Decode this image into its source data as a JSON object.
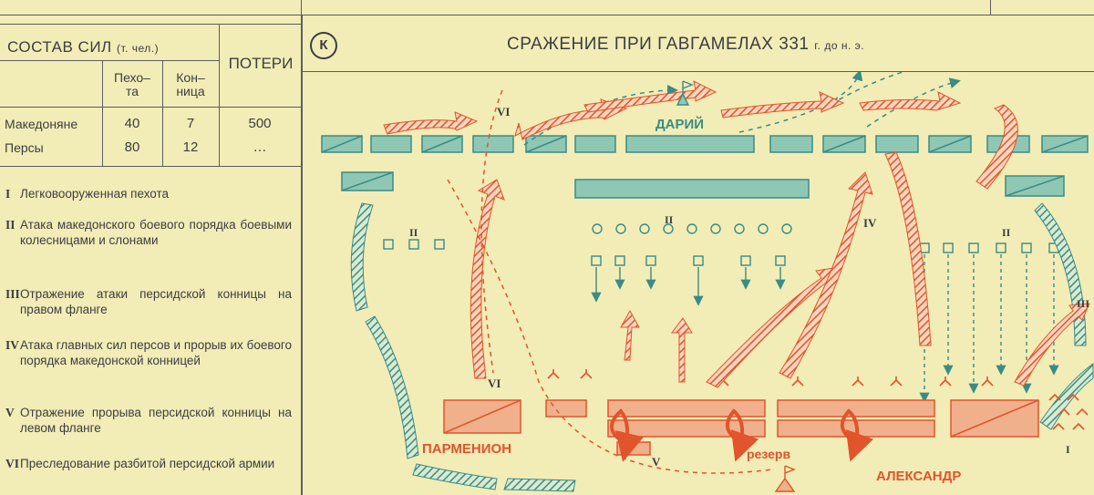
{
  "forces": {
    "title": "СОСТАВ СИЛ",
    "unit": "(т. чел.)",
    "infantry_header_1": "Пехо–",
    "infantry_header_2": "та",
    "cavalry_header_1": "Кон–",
    "cavalry_header_2": "ница",
    "losses_header": "ПОТЕРИ",
    "rows": [
      {
        "side": "Македоняне",
        "infantry": "40",
        "cavalry": "7",
        "losses": "500"
      },
      {
        "side": "Персы",
        "infantry": "80",
        "cavalry": "12",
        "losses": "…"
      }
    ]
  },
  "legend": [
    {
      "num": "I",
      "text": "Легковооруженная пехота"
    },
    {
      "num": "II",
      "text": "Атака македонского боевого порядка боевыми колесницами и слонами"
    },
    {
      "num": "III",
      "text": "Отражение атаки персидской конницы на правом фланге"
    },
    {
      "num": "IV",
      "text": "Атака главных сил персов и прорыв их боевого порядка македонской конницей"
    },
    {
      "num": "V",
      "text": "Отражение прорыва персидской конницы на левом фланге"
    },
    {
      "num": "VI",
      "text": "Преследование разбитой персидской армии"
    }
  ],
  "map": {
    "emblem": "К",
    "title": "СРАЖЕНИЕ ПРИ ГАВГАМЕЛАХ",
    "year": "331",
    "era": "г. до н. э.",
    "labels": {
      "darius": "ДАРИЙ",
      "parmenion": "ПАРМЕНИОН",
      "alexander": "АЛЕКСАНДР",
      "reserve": "резерв",
      "vi_top": "VI",
      "vi_left": "VI",
      "iv": "IV",
      "v": "V",
      "ii_left": "II",
      "ii_center": "II",
      "ii_right": "II",
      "iii": "III",
      "i": "I"
    },
    "colors": {
      "persian": "#3a8c84",
      "persian_fill": "#8fc7b5",
      "macedonian": "#e1542c",
      "macedonian_fill": "#f0b08c",
      "background": "#f2ecb6"
    }
  }
}
